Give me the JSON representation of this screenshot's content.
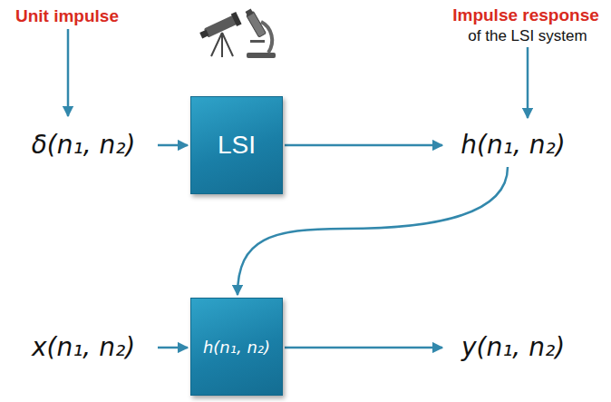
{
  "diagram": {
    "nodes": [
      {
        "text": [
          "LSI"
        ]
      },
      {
        "text": [
          "h(n₁, n₂)"
        ]
      }
    ],
    "labels": [
      "Unit impulse",
      "Impulse response",
      "of the LSI system",
      "δ(n₁, n₂)",
      "h(n₁, n₂)",
      "x(n₁, n₂)",
      "y(n₁, n₂)"
    ]
  }
}
